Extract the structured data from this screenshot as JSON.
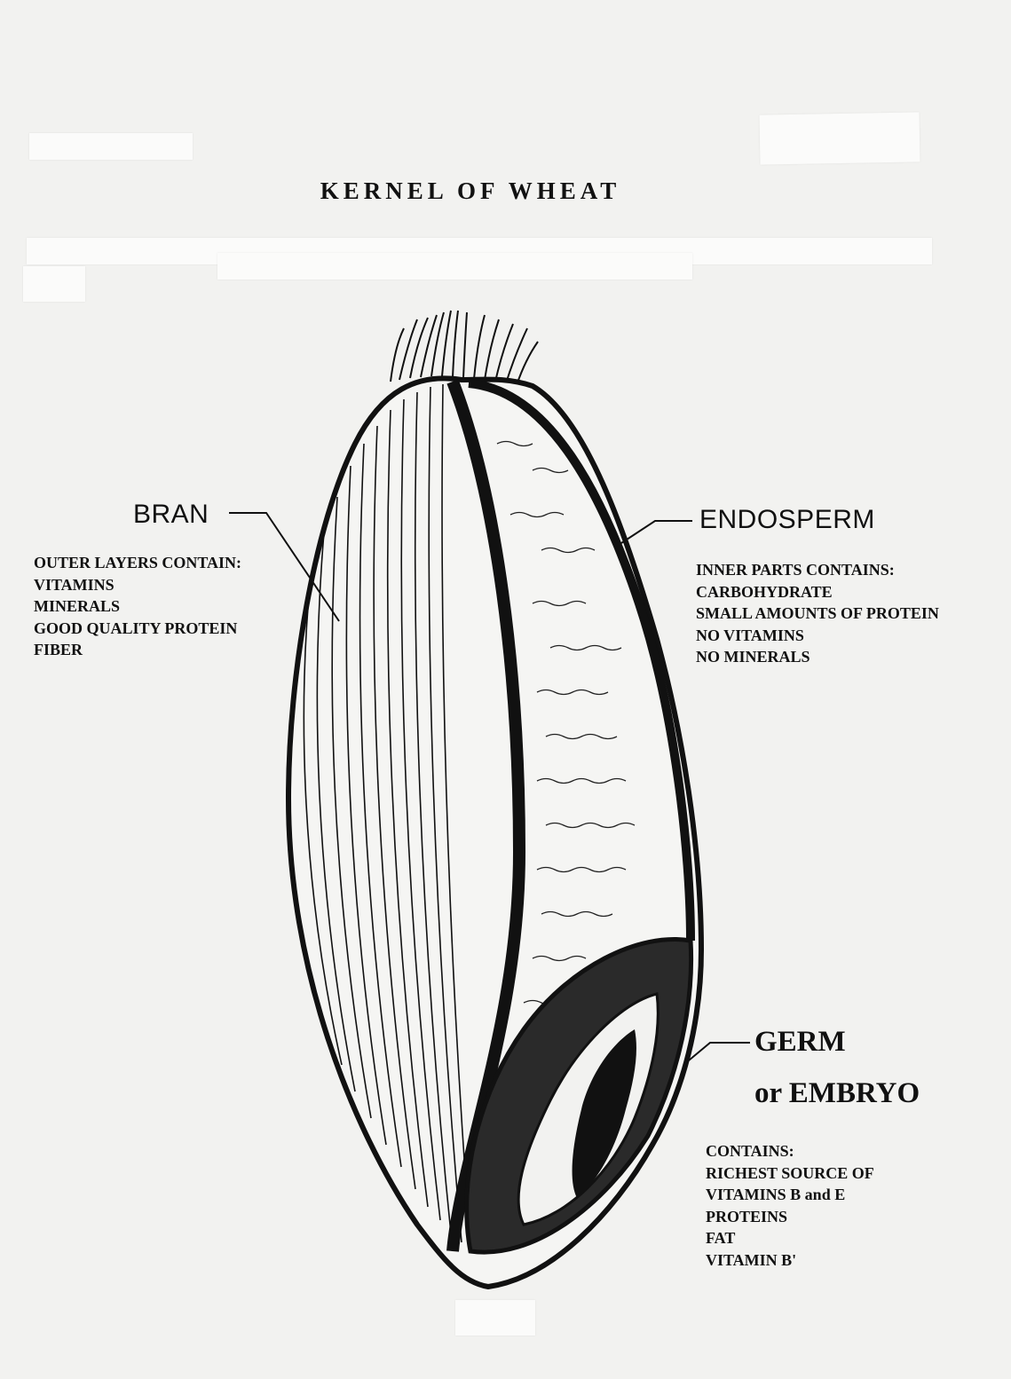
{
  "title": "KERNEL OF WHEAT",
  "labels": {
    "bran": {
      "heading": "BRAN",
      "lines": [
        "OUTER LAYERS CONTAIN:",
        "VITAMINS",
        "MINERALS",
        "GOOD QUALITY PROTEIN",
        "FIBER"
      ]
    },
    "endosperm": {
      "heading": "ENDOSPERM",
      "lines": [
        "INNER PARTS CONTAINS:",
        "CARBOHYDRATE",
        "SMALL AMOUNTS OF PROTEIN",
        "NO VITAMINS",
        "NO MINERALS"
      ]
    },
    "germ": {
      "heading_line1": "GERM",
      "heading_line2": "or EMBRYO",
      "lines": [
        "CONTAINS:",
        "RICHEST SOURCE OF",
        "VITAMINS B and E",
        "PROTEINS",
        "FAT",
        "VITAMIN B'"
      ]
    }
  },
  "colors": {
    "ink": "#111111",
    "paper": "#f2f2f0",
    "tape": "#fbfbfa"
  }
}
